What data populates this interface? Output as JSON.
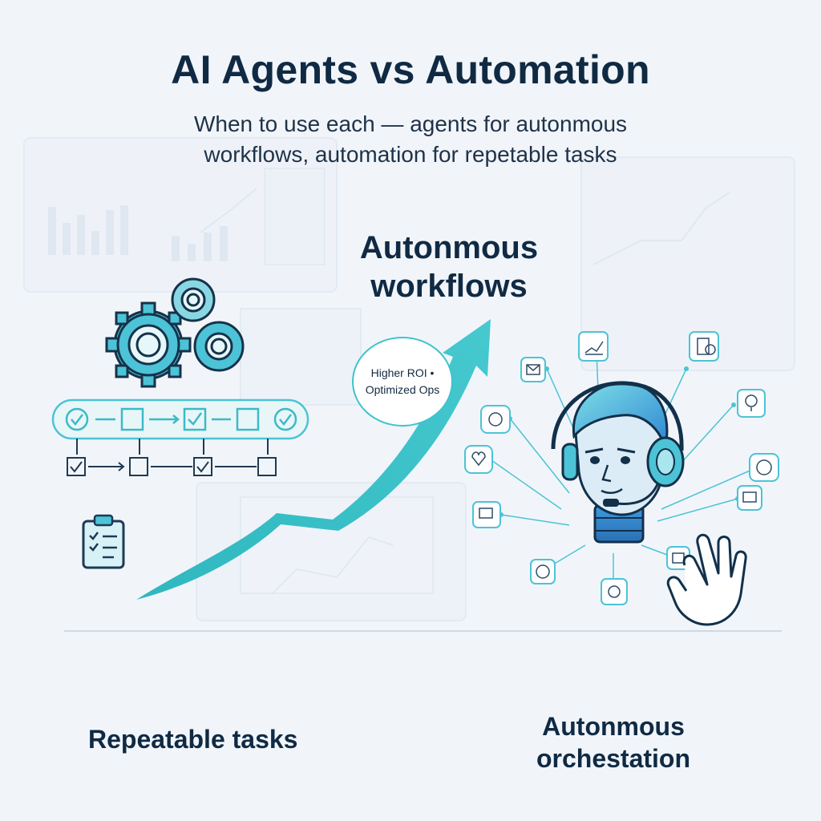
{
  "title": "AI Agents vs Automation",
  "subtitle": {
    "line1": "When to use each — agents for autonmous",
    "line2": "workflows, automation for repetable tasks"
  },
  "center_heading": {
    "line1": "Autonmous",
    "line2": "workflows"
  },
  "badge": {
    "line1": "Higher ROI •",
    "line2": "Optimized Ops"
  },
  "left_label": "Repeatable tasks",
  "right_label": {
    "line1": "Autonmous",
    "line2": "orchestation"
  },
  "colors": {
    "accent_teal": "#3cc4cc",
    "accent_blue": "#4aa7dc",
    "ink": "#102a43",
    "background": "#f1f5fa"
  },
  "icons": [
    "gears-icon",
    "checklist-pipeline-icon",
    "clipboard-icon",
    "growth-arrow-icon",
    "ai-agent-headset-icon",
    "hand-pointer-icon",
    "mail-icon",
    "chart-icon",
    "document-dollar-icon",
    "lightbulb-dollar-icon",
    "brain-icon",
    "heart-icon",
    "gear-brain-icon",
    "robot-icon",
    "chat-icon"
  ]
}
